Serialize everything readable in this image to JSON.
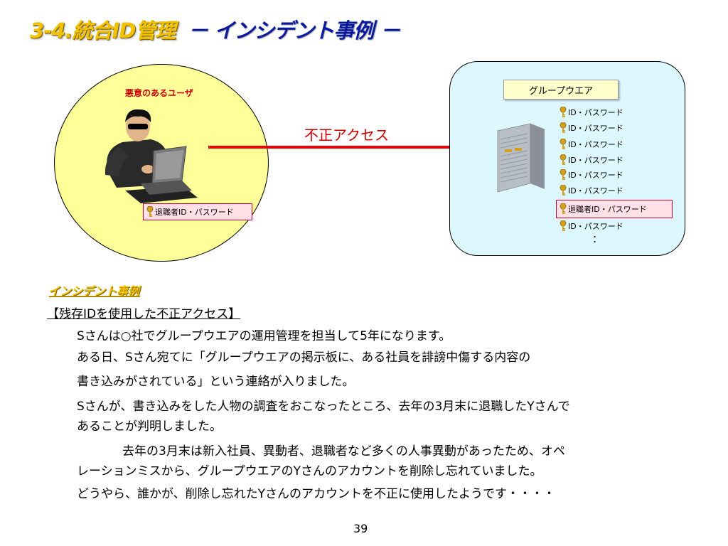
{
  "title": {
    "part1": "3-4.統合ID管理",
    "part2": "－ インシデント事例 －"
  },
  "diagram": {
    "attacker_label": "悪意のあるユーザ",
    "attacker_key_label": "退職者ID・パスワード",
    "arrow_label": "不正アクセス",
    "groupware_label": "グループウエア",
    "id_entries": [
      "ID・パスワード",
      "ID・パスワード",
      "ID・パスワード",
      "ID・パスワード",
      "ID・パスワード",
      "ID・パスワード",
      "退職者ID・パスワード",
      "ID・パスワード"
    ],
    "ellipsis": "：",
    "colors": {
      "circle_fill": "#ffff99",
      "panel_fill": "#ddf7ff",
      "arrow": "#ee0000",
      "highlight_fill": "#ffe0e6",
      "highlight_border": "#cc0033",
      "key": "#d4a020"
    },
    "icons": [
      "key-icon",
      "server-icon",
      "attacker-figure-icon"
    ]
  },
  "incident": {
    "heading": "インシデント事例",
    "subheading": "【残存IDを使用した不正アクセス】",
    "lines": [
      "Sさんは○社でグループウエアの運用管理を担当して5年になります。",
      "ある日、Sさん宛てに「グループウエアの掲示板に、ある社員を誹謗中傷する内容の",
      "書き込みがされている」という連絡が入りました。",
      "Sさんが、書き込みをした人物の調査をおこなったところ、去年の3月末に退職したYさんで",
      "あることが判明しました。",
      "去年の3月末は新入社員、異動者、退職者など多くの人事異動があったため、オペ",
      "レーションミスから、グループウエアのYさんのアカウントを削除し忘れていました。",
      "どうやら、誰かが、削除し忘れたYさんのアカウントを不正に使用したようです・・・・"
    ]
  },
  "page_number": "39"
}
